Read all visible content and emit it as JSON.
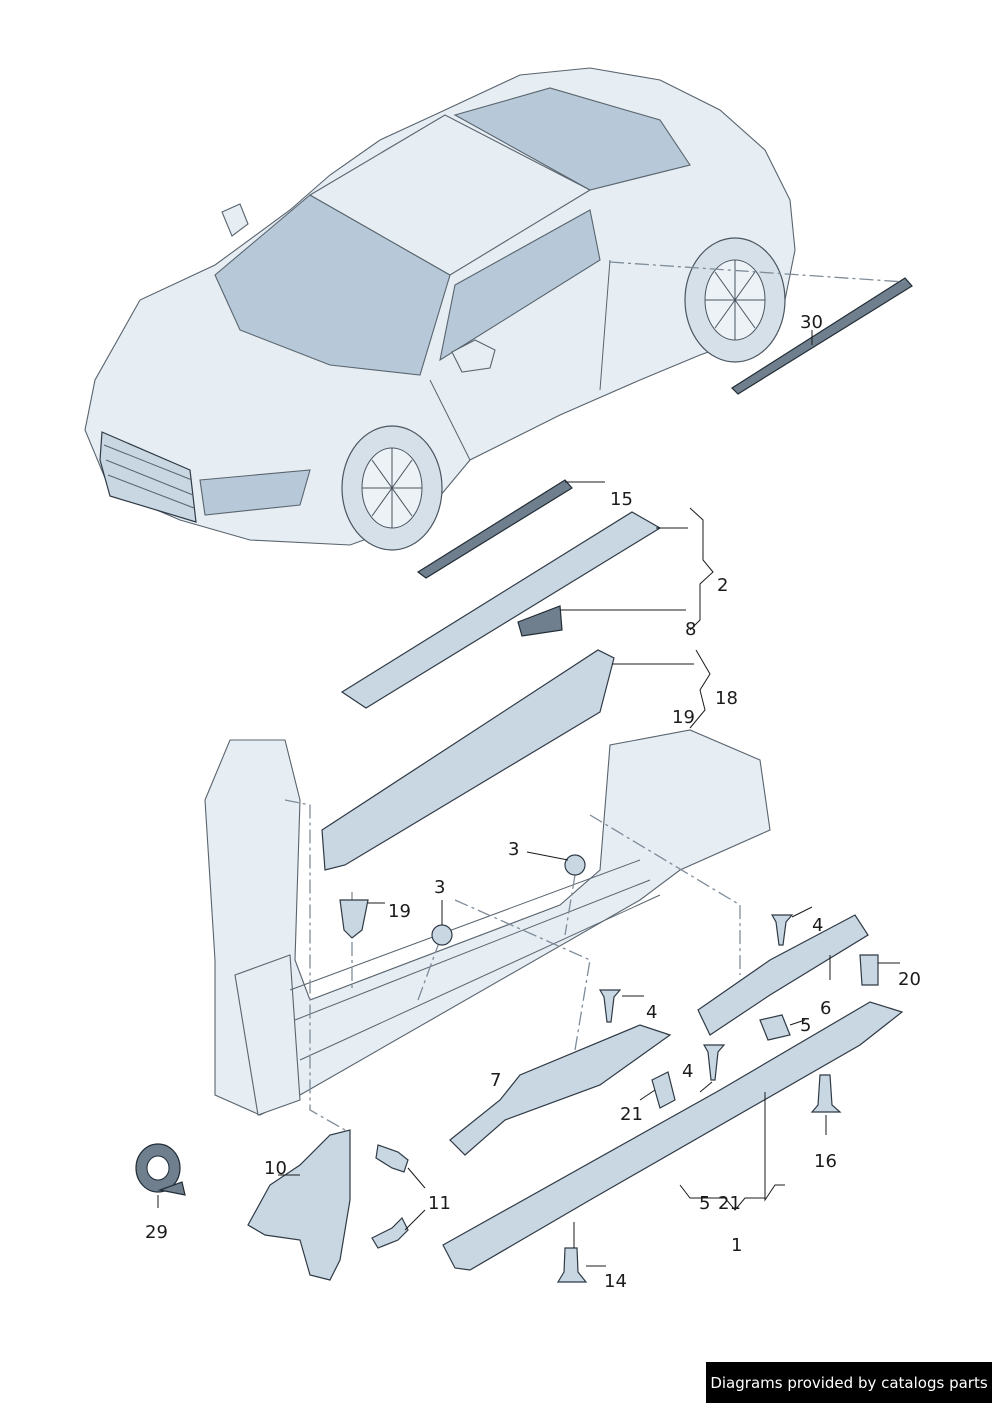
{
  "labels": {
    "l30": "30",
    "l15": "15",
    "l2": "2",
    "l8": "8",
    "l18": "18",
    "l19a": "19",
    "l3a": "3",
    "l3b": "3",
    "l19b": "19",
    "l4a": "4",
    "l20": "20",
    "l6": "6",
    "l5a": "5",
    "l4b": "4",
    "l7": "7",
    "l4c": "4",
    "l21a": "21",
    "l16": "16",
    "l10": "10",
    "l11": "11",
    "l29": "29",
    "l5b": "5",
    "l21b": "21",
    "l1": "1",
    "l14": "14"
  },
  "footer": {
    "credit": "Diagrams provided by catalogs parts"
  }
}
